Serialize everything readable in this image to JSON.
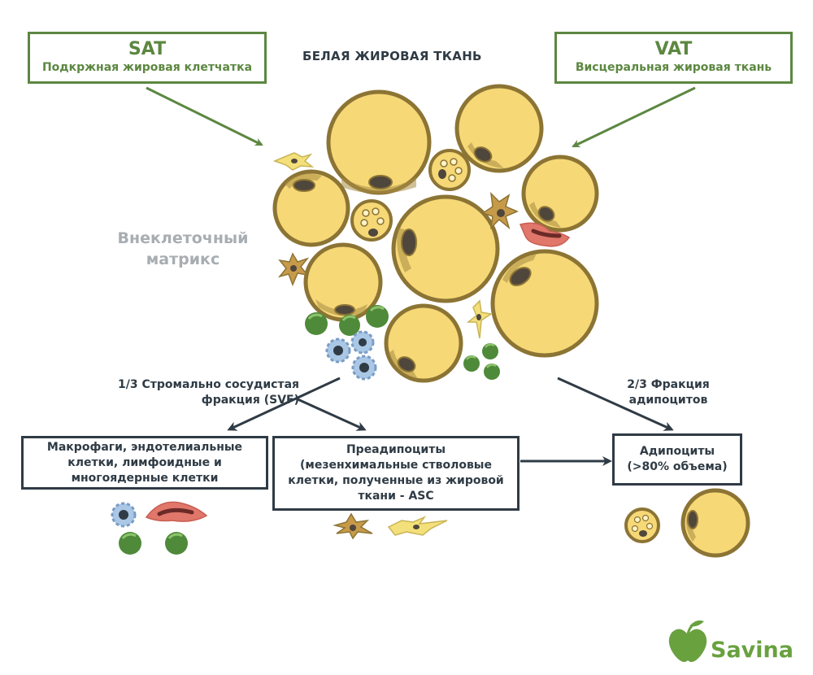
{
  "title": "БЕЛАЯ ЖИРОВАЯ ТКАНЬ",
  "sat": {
    "abbr": "SAT",
    "name": "Подкржная жировая клетчатка"
  },
  "vat": {
    "abbr": "VAT",
    "name": "Висцеральная жировая ткань"
  },
  "matrix_label": {
    "line1": "Внеклеточный",
    "line2": "матрикс"
  },
  "svf_label": {
    "line1": "1/3 Стромально сосудистая",
    "line2": "фракция (SVF)"
  },
  "adipo_fraction_label": {
    "line1": "2/3 Фракция",
    "line2": "адипоцитов"
  },
  "boxes": {
    "immune": [
      "Макрофаги, эндотелиальные",
      "клетки, лимфоидные и",
      "многоядерные клетки"
    ],
    "preadipocytes": [
      "Преадипоциты",
      "(мезенхимальные стволовые",
      "клетки, полученные из жировой",
      "ткани - ASC"
    ],
    "adipocytes": [
      "Адипоциты",
      "(>80% объема)"
    ]
  },
  "brand": "Savina",
  "colors": {
    "accent_green": "#5c8741",
    "dark": "#2f3b45",
    "cell_fill": "#f6d877",
    "cell_rim": "#8c7434",
    "nucleus": "#4f463c",
    "macrophage": "#e0776a",
    "lymphocyte": "#4f8a3a",
    "immune_blue": "#aac7e6",
    "stem_cell": "#f4e07a",
    "matrix_gray": "#a8adb2"
  }
}
